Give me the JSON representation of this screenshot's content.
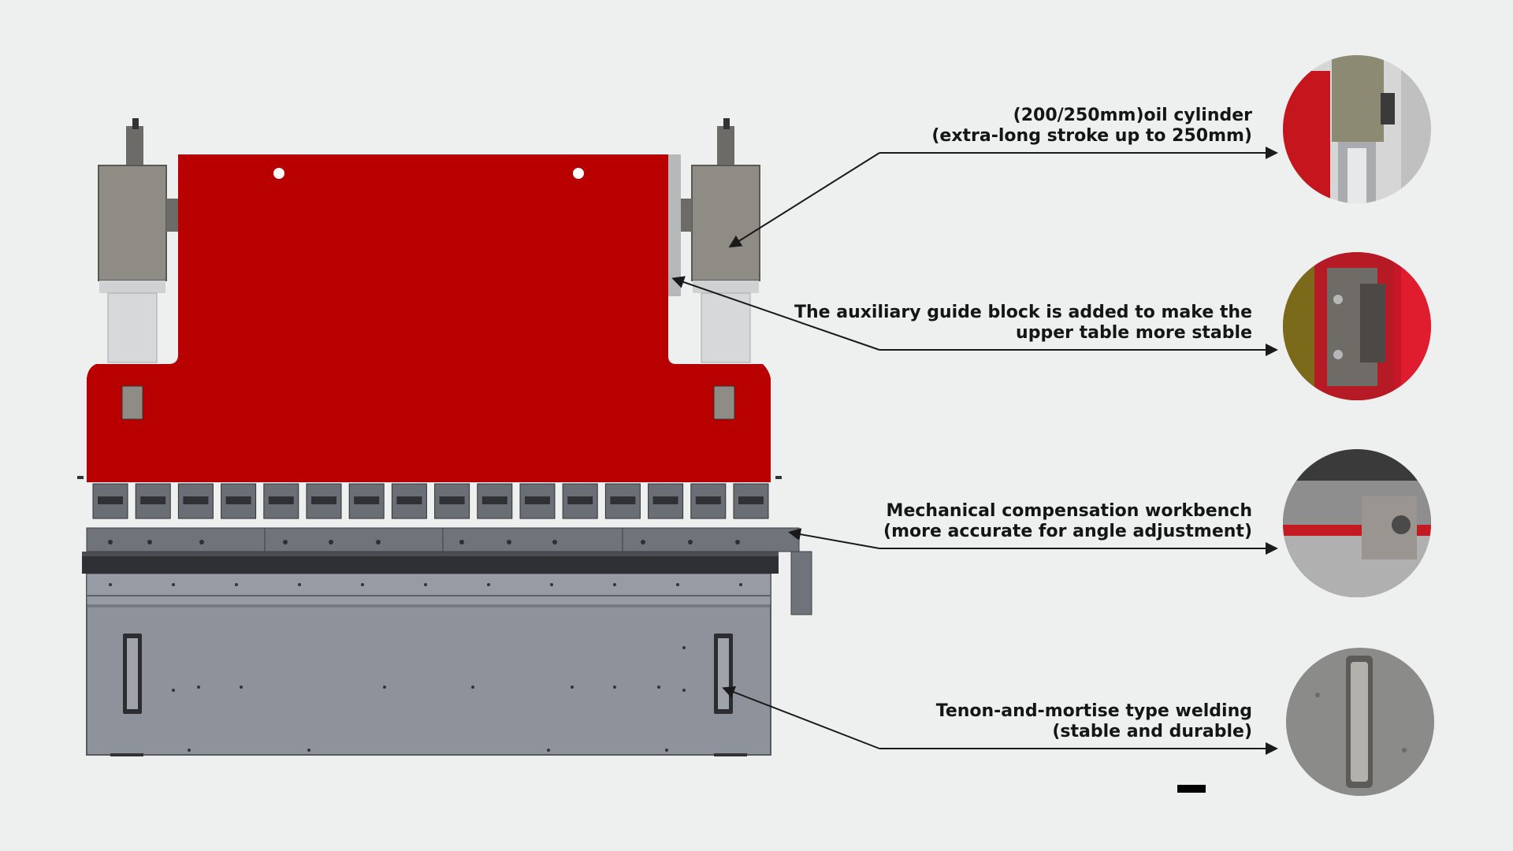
{
  "callouts": [
    {
      "line1": "(200/250mm)oil cylinder",
      "line2": "(extra-long stroke up to 250mm)",
      "photo_icon": "oil-cylinder-photo"
    },
    {
      "line1": "The auxiliary guide block is added to make the",
      "line2": "upper table more stable",
      "photo_icon": "guide-block-photo"
    },
    {
      "line1": "Mechanical compensation workbench",
      "line2": "(more accurate for angle adjustment)",
      "photo_icon": "compensation-workbench-photo"
    },
    {
      "line1": "Tenon-and-mortise type welding",
      "line2": "(stable and durable)",
      "photo_icon": "welding-photo"
    }
  ],
  "colors": {
    "background": "#eef0ef",
    "ram_red": "#b80000",
    "frame_grey": "#8e929b",
    "cylinder_grey": "#8f8c86",
    "leader_line": "#1a1a1a",
    "text": "#151515"
  }
}
